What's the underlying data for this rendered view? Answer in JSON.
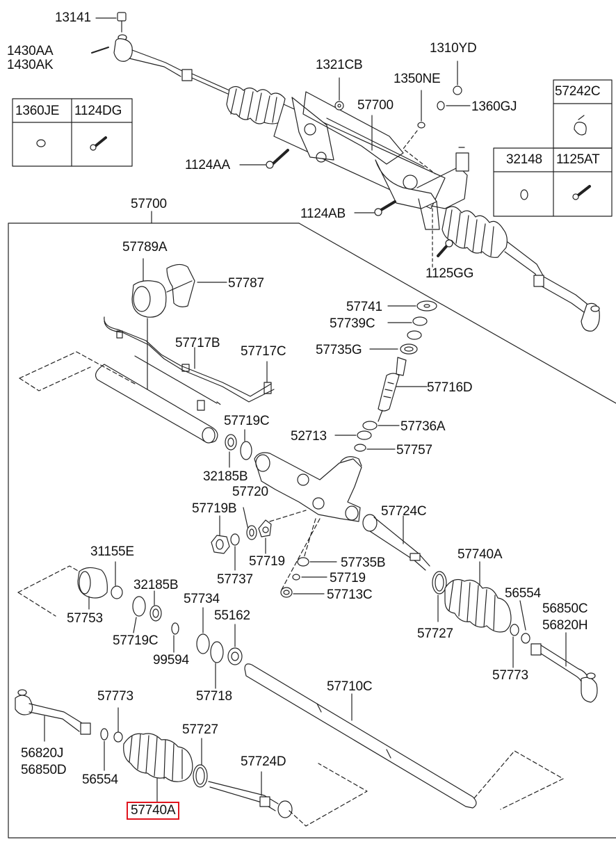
{
  "labels": {
    "p13141": "13141",
    "p1430AA": "1430AA",
    "p1430AK": "1430AK",
    "p1321CB": "1321CB",
    "p1310YD": "1310YD",
    "p1350NE": "1350NE",
    "p57700_top": "57700",
    "p1360GJ": "1360GJ",
    "p57242C": "57242C",
    "p1360JE": "1360JE",
    "p1124DG": "1124DG",
    "p1124AA": "1124AA",
    "p32148": "32148",
    "p1125AT": "1125AT",
    "p57700_box": "57700",
    "p1124AB": "1124AB",
    "p57789A": "57789A",
    "p57787": "57787",
    "p1125GG": "1125GG",
    "p57741": "57741",
    "p57739C": "57739C",
    "p57717B": "57717B",
    "p57717C": "57717C",
    "p57735G": "57735G",
    "p57716D": "57716D",
    "p57719C_a": "57719C",
    "p52713": "52713",
    "p57736A": "57736A",
    "p57757": "57757",
    "p32185B_a": "32185B",
    "p57720": "57720",
    "p57719B": "57719B",
    "p57724C": "57724C",
    "p31155E": "31155E",
    "p57719_a": "57719",
    "p57735B": "57735B",
    "p57740A_a": "57740A",
    "p57737": "57737",
    "p57719_b": "57719",
    "p32185B_b": "32185B",
    "p57713C": "57713C",
    "p56554_a": "56554",
    "p57734": "57734",
    "p57753": "57753",
    "p55162": "55162",
    "p56850C": "56850C",
    "p56820H": "56820H",
    "p57719C_b": "57719C",
    "p57727_a": "57727",
    "p99594": "99594",
    "p57773_a": "57773",
    "p57718": "57718",
    "p57710C": "57710C",
    "p57773_b": "57773",
    "p57727_b": "57727",
    "p56820J": "56820J",
    "p56850D": "56850D",
    "p56554_b": "56554",
    "p57724D": "57724D",
    "p57740A_b": "57740A"
  },
  "highlight": {
    "part": "57740A",
    "color": "#e0141e"
  }
}
